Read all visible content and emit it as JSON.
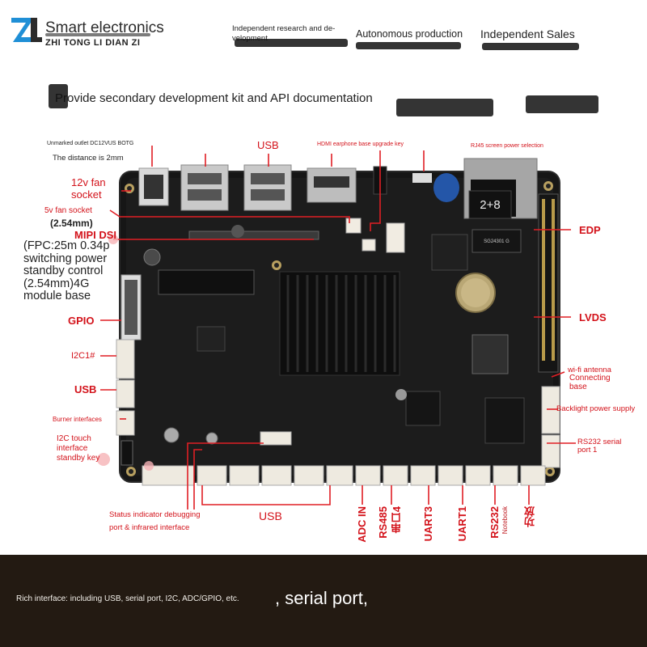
{
  "header": {
    "brand_name": "Smart electronics",
    "brand_pinyin": "ZHI TONG LI DIAN ZI",
    "logo_letters": "ZL",
    "logo_icon": "zl-logo-icon",
    "dev_text": "Independent research and de- velopment",
    "production_text": "Autonomous production",
    "sales_text": "Independent Sales"
  },
  "banner": {
    "text": "Provide secondary development kit and API documentation"
  },
  "board": {
    "chip_label": "2+8",
    "module_label": "SG24301 G"
  },
  "labels": {
    "unmarked_outlet": "Unmarked outlet DC12VUS BOTG",
    "distance": "The distance is 2mm",
    "usb_top": "USB",
    "hdmi": "HDMI earphone base upgrade key",
    "rj45": "RJ45 screen power selection",
    "fan12": "12v fan socket",
    "fan5": "5v fan socket",
    "pitch": "(2.54mm)",
    "mipi": "MIPI DSI",
    "fpc": "(FPC:25m 0.34p switching power standby control (2.54mm)4G module base",
    "gpio": "GPIO",
    "i2c1": "I2C1#",
    "usb_left": "USB",
    "burner": "Burner interfaces",
    "i2c_touch": "I2C touch interface standby key",
    "edp": "EDP",
    "lvds": "LVDS",
    "wifi": "wi-fi antenna",
    "connecting": "Connecting base",
    "backlight": "Backlight power supply",
    "rs232_serial": "RS232 serial port 1",
    "status": "Status indicator debugging",
    "infrared": "port & infrared interface",
    "usb_bottom": "USB",
    "adc": "ADC IN",
    "rs485": "RS485",
    "serial4": "串口4",
    "uart3": "UART3",
    "uart1": "UART1",
    "rs232_bottom": "RS232",
    "notebook": "Notebook",
    "amp": "功放"
  },
  "footer": {
    "note": "Rich interface: including USB, serial port, I2C, ADC/GPIO, etc.",
    "serial": ", serial port,"
  }
}
